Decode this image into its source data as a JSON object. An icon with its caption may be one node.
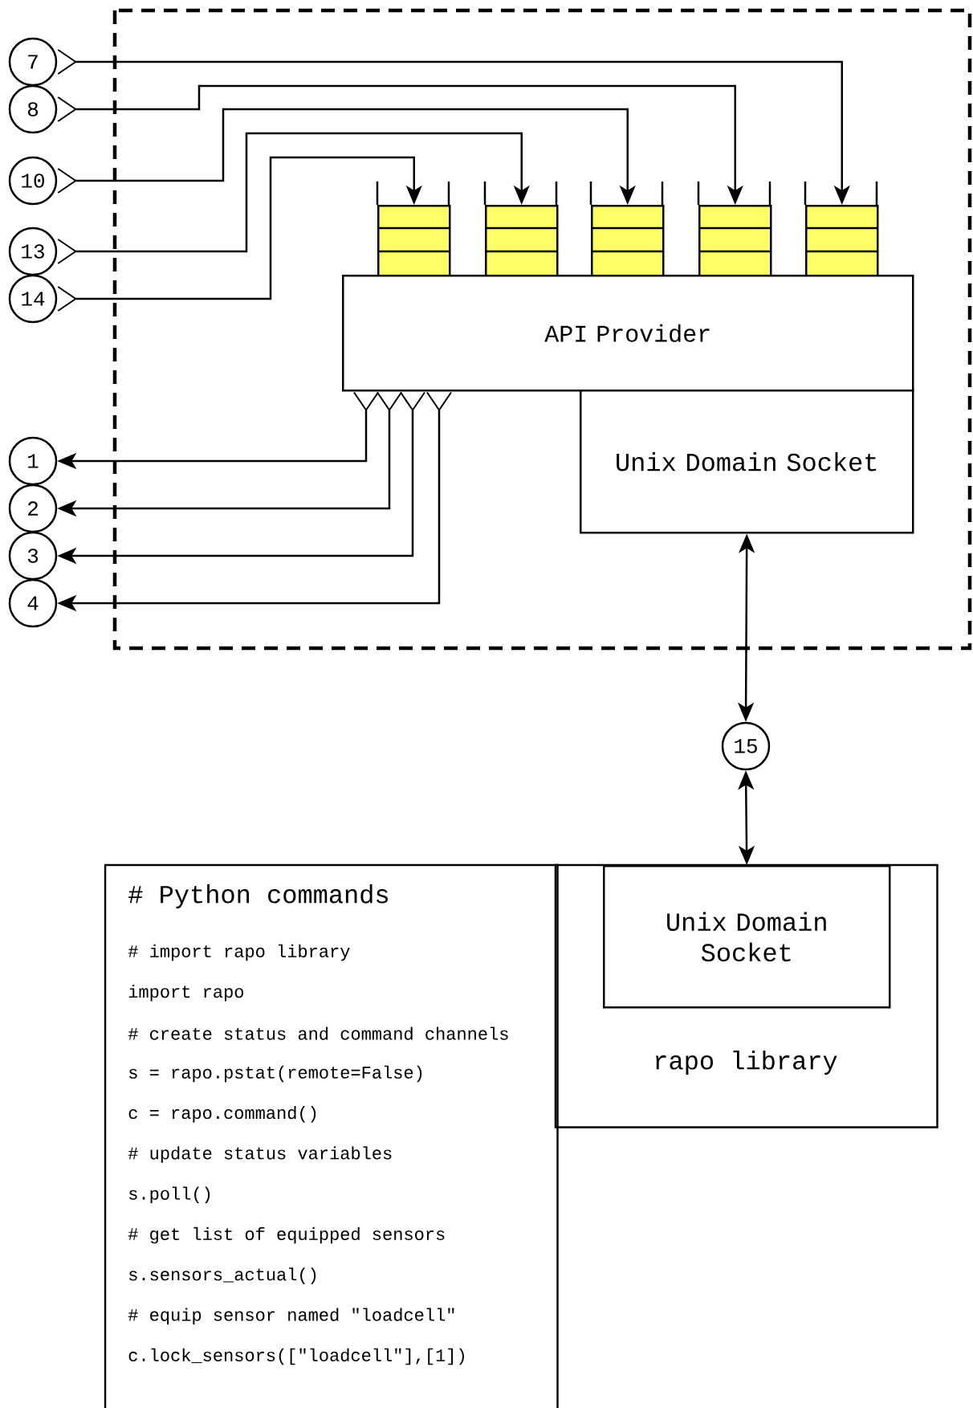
{
  "diagram": {
    "nodes": [
      {
        "text": [
          "7"
        ]
      },
      {
        "text": [
          "8"
        ]
      },
      {
        "text": [
          "10"
        ]
      },
      {
        "text": [
          "13"
        ]
      },
      {
        "text": [
          "14"
        ]
      },
      {
        "text": [],
        "shape": "box"
      },
      {
        "text": [],
        "shape": "box"
      },
      {
        "text": [],
        "shape": "box"
      },
      {
        "text": [],
        "shape": "box"
      },
      {
        "text": [],
        "shape": "box"
      },
      {
        "text": [
          "API Provider"
        ]
      },
      {
        "text": [
          "Unix Domain Socket"
        ]
      },
      {
        "text": [
          "1"
        ]
      },
      {
        "text": [
          "2"
        ]
      },
      {
        "text": [
          "3"
        ]
      },
      {
        "text": [
          "4"
        ]
      },
      {
        "text": [
          "15"
        ]
      },
      {
        "text": [
          "# Python commands",
          "# import rapo library",
          "import rapo",
          "# create status and command channels",
          "s = rapo.pstat(remote=False)",
          "c = rapo.command()",
          "# update status variables",
          "s.poll()",
          "# get list of equipped sensors",
          "s.sensors_actual()",
          "# equip sensor named \"loadcell\"",
          "c.lock_sensors([\"loadcell\"],[1])"
        ]
      },
      {
        "text": [
          "rapo library"
        ]
      },
      {
        "text": [
          "Unix Domain Socket"
        ],
        "in": 18
      }
    ],
    "edges": [
      {
        "from": 0,
        "to": 9,
        "arrow": "to"
      },
      {
        "from": 1,
        "to": 8,
        "arrow": "to"
      },
      {
        "from": 2,
        "to": 7,
        "arrow": "to"
      },
      {
        "from": 3,
        "to": 6,
        "arrow": "to"
      },
      {
        "from": 4,
        "to": 5,
        "arrow": "to"
      },
      {
        "from": 10,
        "to": 12,
        "arrow": "to"
      },
      {
        "from": 10,
        "to": 13,
        "arrow": "to"
      },
      {
        "from": 10,
        "to": 14,
        "arrow": "to"
      },
      {
        "from": 10,
        "to": 15,
        "arrow": "to"
      },
      {
        "from": 11,
        "to": 16,
        "arrow": "both"
      },
      {
        "from": 16,
        "to": 19,
        "arrow": "both"
      }
    ]
  }
}
